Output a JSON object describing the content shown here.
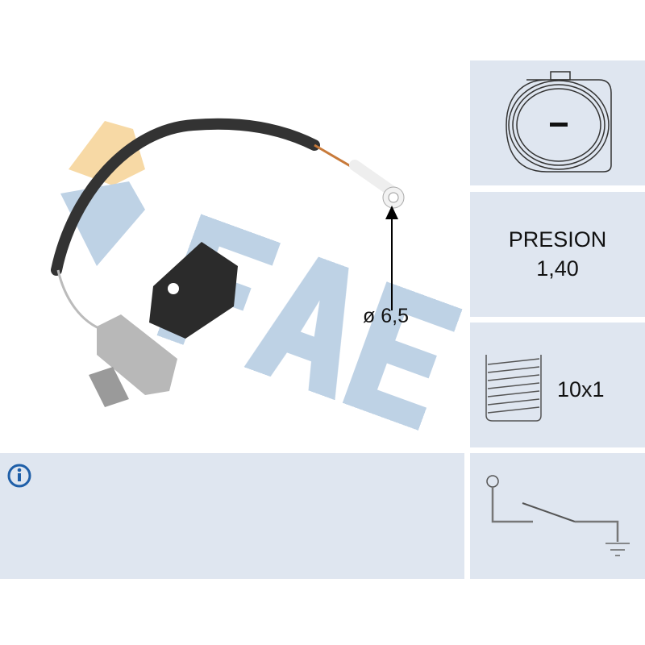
{
  "spec": {
    "pressure_label": "PRESION",
    "pressure_value": "1,40",
    "thread": "10x1",
    "eyelet_diameter": "ø 6,5"
  },
  "logo": "FAE",
  "icons": [
    "connector-icon",
    "thread-icon",
    "switch-diagram-icon",
    "info-icon"
  ],
  "colors": {
    "panel": "#dfe6f0",
    "logo_blue": "#b7cde3",
    "logo_orange": "#f6d59b",
    "info": "#1f5fa8"
  }
}
